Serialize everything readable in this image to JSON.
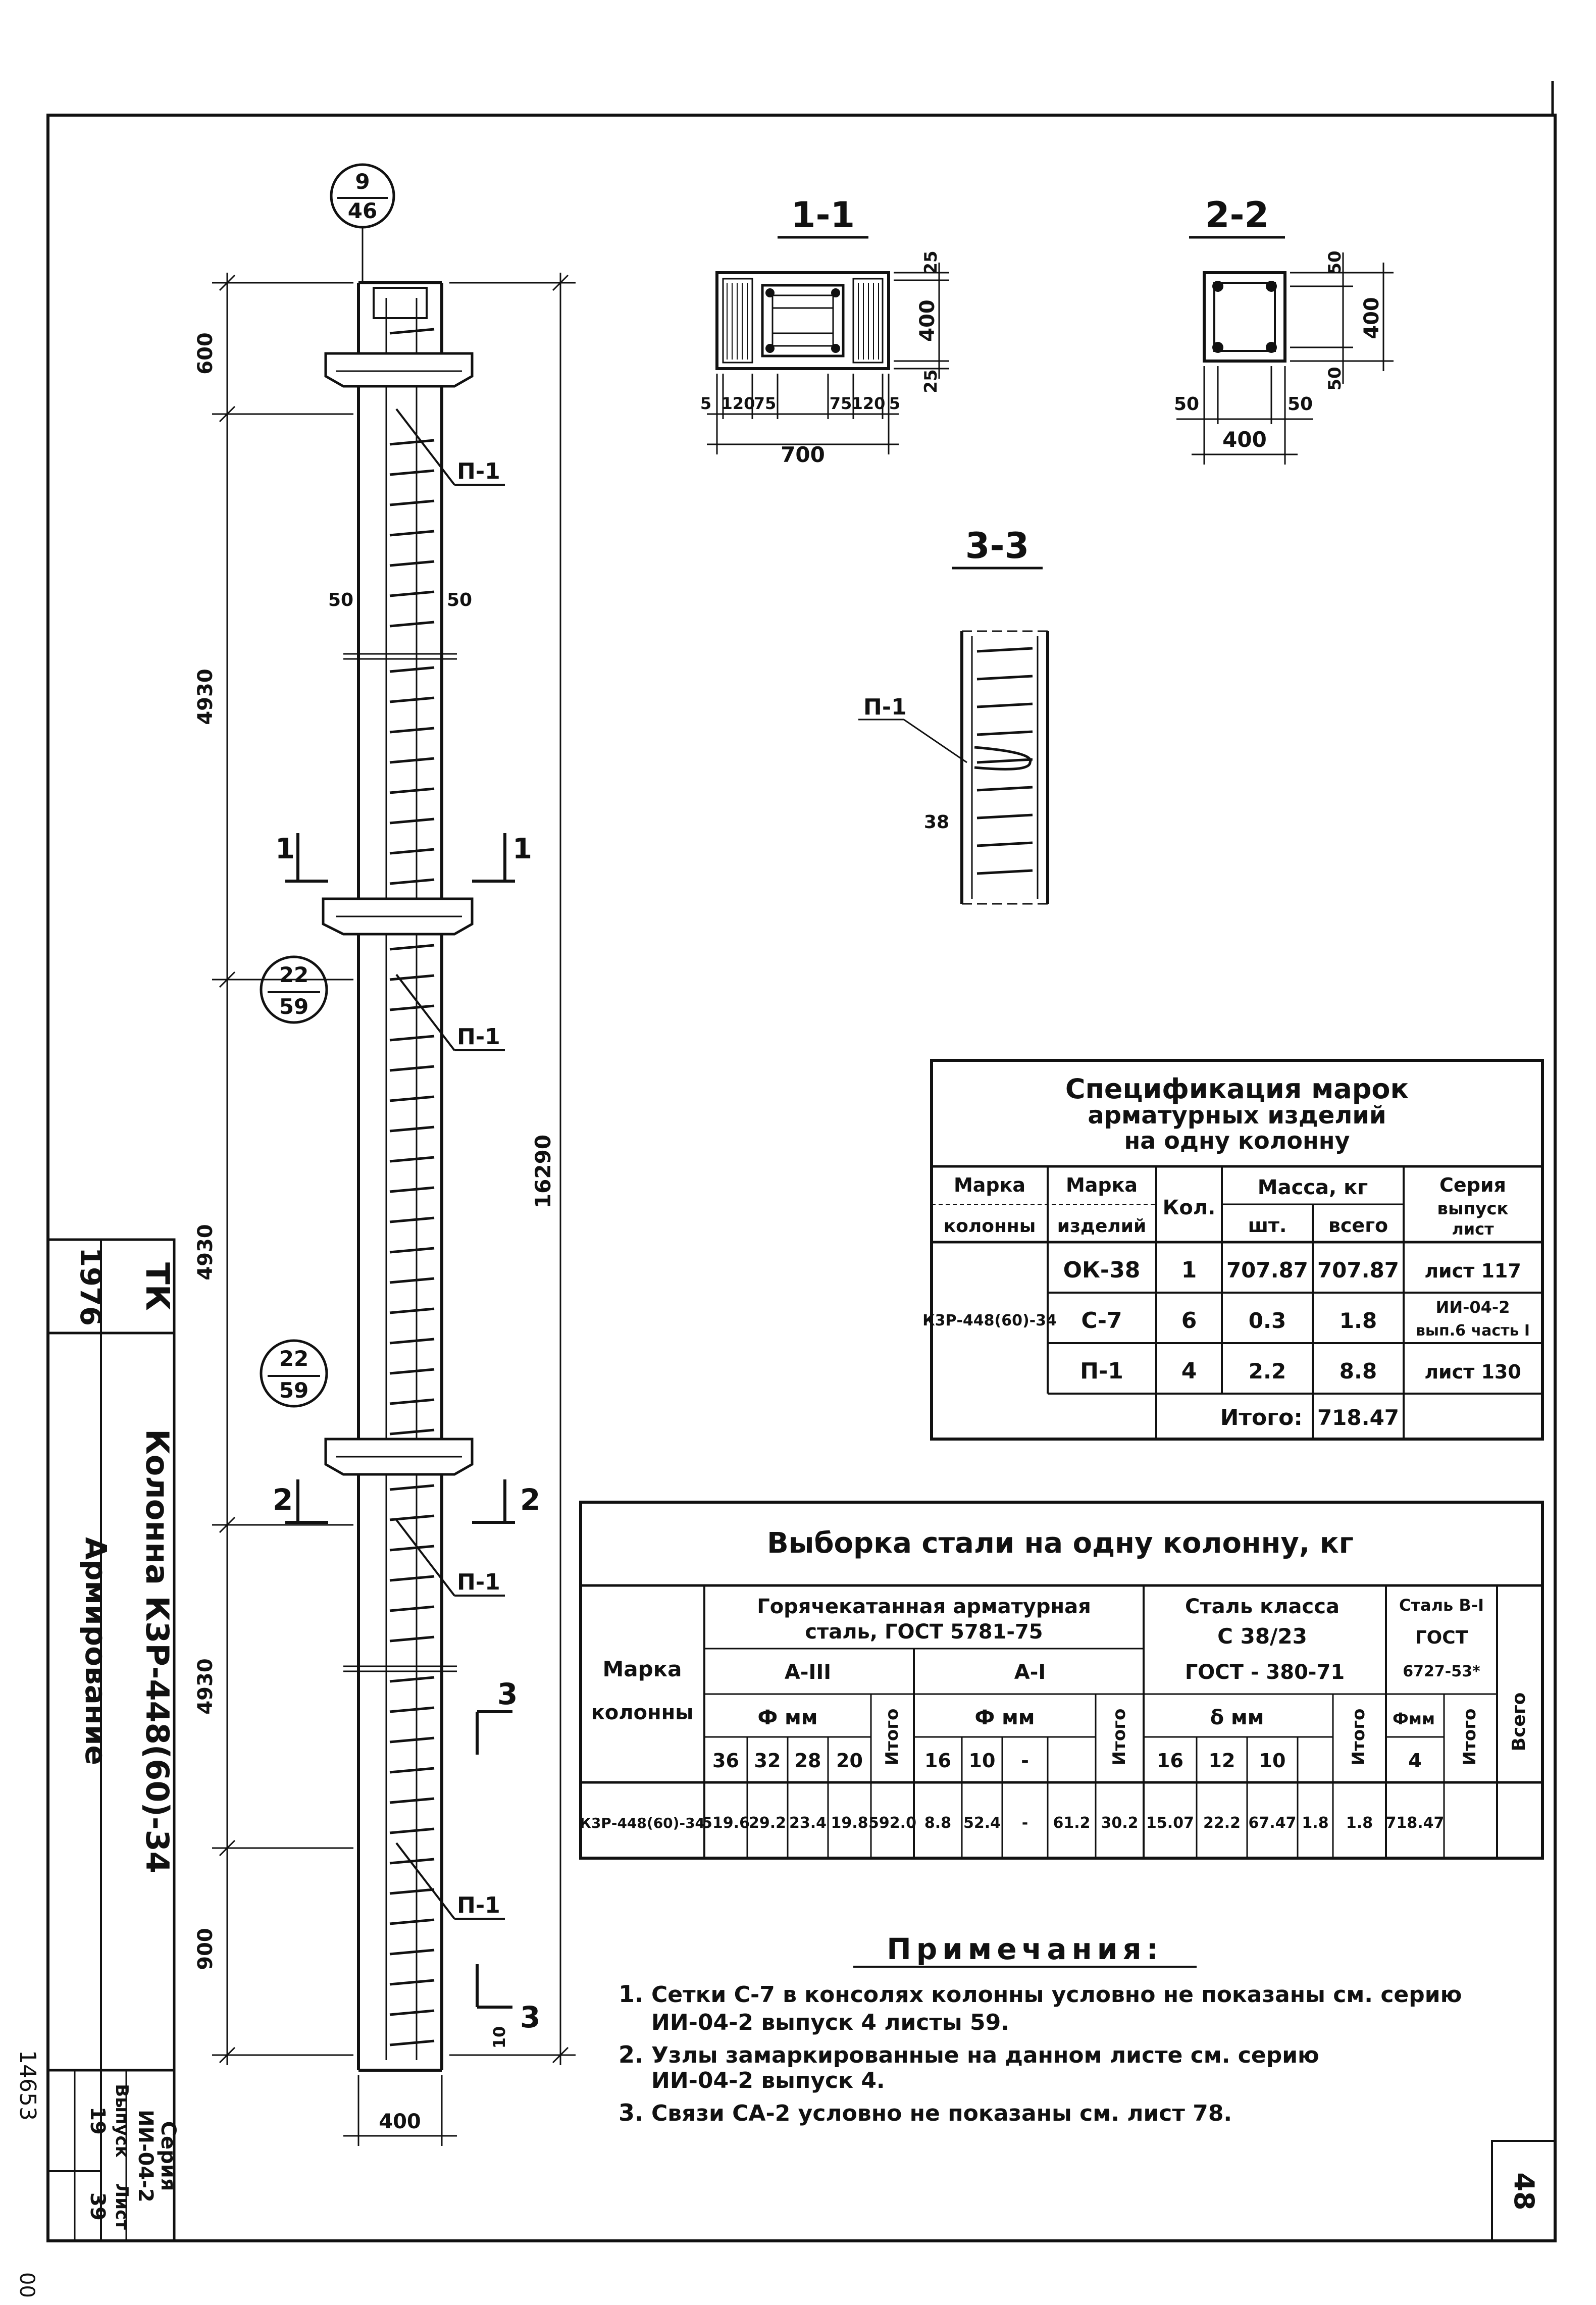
{
  "sheet": {
    "page_number": "48",
    "margin_number": "14653",
    "margin_bottom": "00"
  },
  "title_block": {
    "org": "ТК",
    "year": "1976",
    "title_line1": "Колонна     К3Р-448(60)-34",
    "title_line2": "Армирование",
    "series_label": "Серия",
    "series_value": "ИИ-04-2",
    "issue_label": "Выпуск",
    "issue_value": "19",
    "sheet_label": "Лист",
    "sheet_value": "39"
  },
  "elevation": {
    "node_top": {
      "num": "9",
      "den": "46"
    },
    "node_mid1": {
      "num": "22",
      "den": "59"
    },
    "node_mid2": {
      "num": "22",
      "den": "59"
    },
    "dim_600": "600",
    "dim_4930_a": "4930",
    "dim_4930_b": "4930",
    "dim_4930_c": "4930",
    "dim_900": "900",
    "dim_total": "16290",
    "dim_width": "400",
    "dim_50_left": "50",
    "dim_50_right": "50",
    "dim_10": "10",
    "callout_p1_a": "П-1",
    "callout_p1_b": "П-1",
    "callout_p1_c": "П-1",
    "callout_p1_d": "П-1",
    "cut1_left": "1",
    "cut1_right": "1",
    "cut2_left": "2",
    "cut2_right": "2",
    "cut3_top": "3",
    "cut3_bottom": "3"
  },
  "section_1_1": {
    "title": "1-1",
    "dim_25_top": "25",
    "dim_400": "400",
    "dim_25_bottom": "25",
    "dims_bottom": [
      "5",
      "120",
      "75",
      "75",
      "120",
      "5"
    ],
    "dim_700": "700"
  },
  "section_2_2": {
    "title": "2-2",
    "dim_50_top": "50",
    "dim_400_v": "400",
    "dim_50_bottom": "50",
    "dim_50_left": "50",
    "dim_50_right": "50",
    "dim_400_h": "400"
  },
  "section_3_3": {
    "title": "3-3",
    "callout": "П-1",
    "dim_38": "38"
  },
  "spec_table": {
    "title_line1": "Спецификация марок",
    "title_line2": "арматурных изделий",
    "title_line3": "на одну колонну",
    "headers": {
      "col_mark1": "Марка",
      "col_mark2": "колонны",
      "item_mark1": "Марка",
      "item_mark2": "изделий",
      "qty": "Кол.",
      "mass": "Масса, кг",
      "mass_each": "шт.",
      "mass_total": "всего",
      "series1": "Серия",
      "series2": "выпуск",
      "series3": "лист"
    },
    "column_mark": "К3Р-448(60)-34",
    "rows": [
      {
        "item": "ОК-38",
        "qty": "1",
        "each": "707.87",
        "total": "707.87",
        "ref": "лист 117",
        "ref2": ""
      },
      {
        "item": "С-7",
        "qty": "6",
        "each": "0.3",
        "total": "1.8",
        "ref": "ИИ-04-2",
        "ref2": "вып.6 часть I"
      },
      {
        "item": "П-1",
        "qty": "4",
        "each": "2.2",
        "total": "8.8",
        "ref": "лист 130",
        "ref2": ""
      }
    ],
    "total_label": "Итого:",
    "total_value": "718.47"
  },
  "steel_table": {
    "title": "Выборка стали на одну колонну, кг",
    "mark_header1": "Марка",
    "mark_header2": "колонны",
    "group1_line1": "Горячекатанная арматурная",
    "group1_line2": "сталь, ГОСТ 5781-75",
    "class_a3": "А-III",
    "class_a1": "А-I",
    "group2_line1": "Сталь класса",
    "group2_line2": "С 38/23",
    "group2_line3": "ГОСТ - 380-71",
    "group3_line1": "Сталь В-I",
    "group3_line2": "ГОСТ",
    "group3_line3": "6727-53*",
    "phi_mm": "Ф мм",
    "delta_mm": "δ мм",
    "phi_small": "Фмм",
    "itogo": "Итого",
    "vsego": "Всего",
    "sub_headers": [
      "36",
      "32",
      "28",
      "20",
      "16",
      "10",
      "-",
      "16",
      "12",
      "10",
      "4"
    ],
    "row_mark": "К3Р-448(60)-34",
    "values": [
      "519.6",
      "29.2",
      "23.4",
      "19.8",
      "592.0",
      "8.8",
      "52.4",
      "-",
      "61.2",
      "30.2",
      "15.07",
      "22.2",
      "67.47",
      "1.8",
      "1.8",
      "718.47"
    ]
  },
  "notes": {
    "title": "Примечания:",
    "items": [
      {
        "num": "1.",
        "line1": "Сетки С-7 в консолях колонны условно не показаны см. серию",
        "line2": "ИИ-04-2 выпуск 4 листы 59."
      },
      {
        "num": "2.",
        "line1": "Узлы замаркированные на данном листе см. серию",
        "line2": "ИИ-04-2 выпуск 4."
      },
      {
        "num": "3.",
        "line1": "Связи СА-2 условно не показаны см. лист 78.",
        "line2": ""
      }
    ]
  }
}
